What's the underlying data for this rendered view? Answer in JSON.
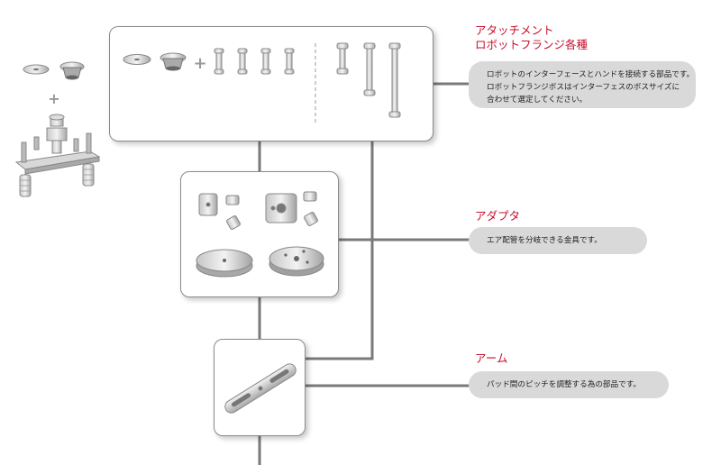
{
  "sections": [
    {
      "id": "attachment",
      "title_lines": [
        "アタッチメント",
        "ロボットフランジ各種"
      ],
      "description_lines": [
        "ロボットのインターフェースとハンドを接続する部品です。",
        "ロボットフランジボスはインターフェスのボスサイズに",
        "合わせて選定してください。"
      ]
    },
    {
      "id": "adapter",
      "title_lines": [
        "アダプタ"
      ],
      "description_lines": [
        "エア配管を分岐できる金具です。"
      ]
    },
    {
      "id": "arm",
      "title_lines": [
        "アーム"
      ],
      "description_lines": [
        "パッド間のピッチを調整する為の部品です。"
      ]
    }
  ],
  "symbols": {
    "plus": "+"
  },
  "icons": [
    "suction-pad-icon",
    "flange-boss-icon",
    "spacer-post-icon",
    "long-post-icon",
    "adapter-block-icon",
    "elbow-fitting-icon",
    "mounting-plate-icon",
    "arm-bar-icon",
    "assembled-hand-icon"
  ],
  "colors": {
    "accent": "#c8102e",
    "pill": "#d9d9d9",
    "connector": "#7a7a7a",
    "border": "#8a8a8a"
  }
}
